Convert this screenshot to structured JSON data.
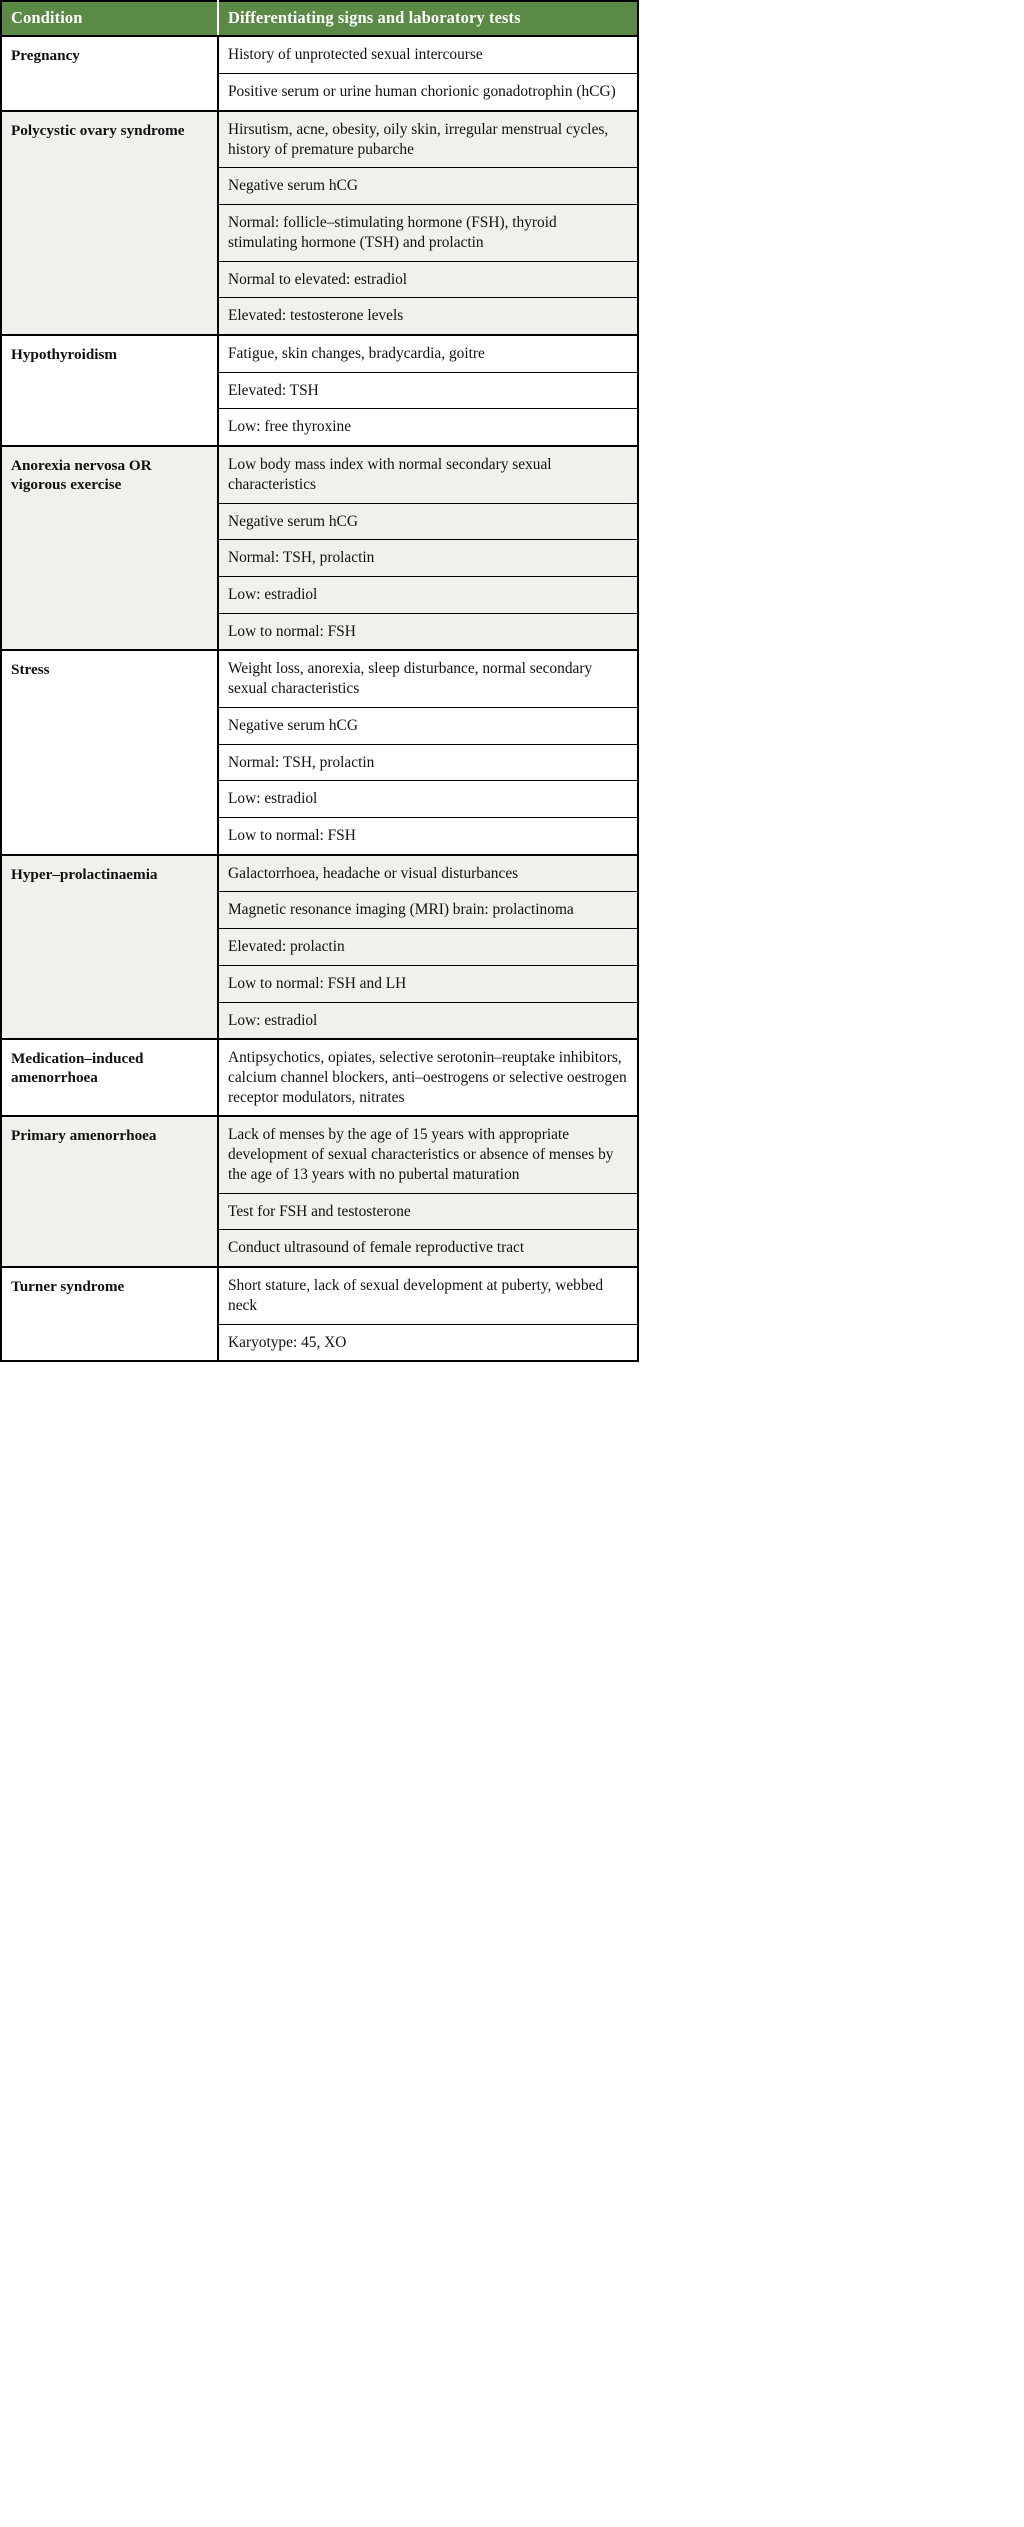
{
  "table": {
    "columns": [
      {
        "key": "condition",
        "label": "Condition"
      },
      {
        "key": "signs",
        "label": "Differentiating signs and laboratory tests"
      }
    ],
    "header_bg": "#5b8a46",
    "header_fg": "#ffffff",
    "band_colors": {
      "white": "#ffffff",
      "tint": "#eff1ea"
    },
    "border_color": "#000000",
    "rows": [
      {
        "condition": "Pregnancy",
        "band": "white",
        "signs": [
          "History of unprotected sexual intercourse",
          "Positive serum or urine human chorionic gonadotrophin (hCG)"
        ]
      },
      {
        "condition": "Polycystic ovary syndrome",
        "band": "tint",
        "signs": [
          "Hirsutism, acne, obesity, oily skin, irregular menstrual cycles, history of premature pubarche",
          "Negative serum hCG",
          "Normal: follicle–stimulating hormone (FSH), thyroid stimulating hormone (TSH) and prolactin",
          "Normal to elevated: estradiol",
          "Elevated: testosterone levels"
        ]
      },
      {
        "condition": "Hypothyroidism",
        "band": "white",
        "signs": [
          "Fatigue, skin changes, bradycardia, goitre",
          "Elevated: TSH",
          "Low: free thyroxine"
        ]
      },
      {
        "condition": "Anorexia nervosa OR vigorous exercise",
        "band": "tint",
        "signs": [
          "Low body mass index with normal secondary sexual characteristics",
          "Negative serum hCG",
          "Normal: TSH, prolactin",
          "Low: estradiol",
          "Low to normal: FSH"
        ]
      },
      {
        "condition": "Stress",
        "band": "white",
        "signs": [
          "Weight loss, anorexia, sleep disturbance, normal secondary sexual characteristics",
          "Negative serum hCG",
          "Normal: TSH, prolactin",
          "Low: estradiol",
          "Low to normal: FSH"
        ]
      },
      {
        "condition": "Hyper–prolactinaemia",
        "band": "tint",
        "signs": [
          "Galactorrhoea, headache or visual disturbances",
          "Magnetic resonance imaging (MRI) brain: prolactinoma",
          "Elevated: prolactin",
          "Low to normal: FSH and LH",
          "Low: estradiol"
        ]
      },
      {
        "condition": "Medication–induced amenorrhoea",
        "band": "white",
        "signs": [
          "Antipsychotics, opiates, selective serotonin–reuptake inhibitors, calcium channel blockers, anti–oestrogens or selective oestrogen receptor modulators, nitrates"
        ]
      },
      {
        "condition": "Primary amenorrhoea",
        "band": "tint",
        "signs": [
          "Lack of menses by the age of 15 years with appropriate development of sexual characteristics or absence of menses by the age of 13 years with no pubertal maturation",
          "Test for FSH and testosterone",
          "Conduct ultrasound of female reproductive tract"
        ]
      },
      {
        "condition": "Turner syndrome",
        "band": "white",
        "signs": [
          "Short stature, lack of sexual development at puberty, webbed neck",
          "Karyotype: 45, XO"
        ]
      }
    ]
  }
}
